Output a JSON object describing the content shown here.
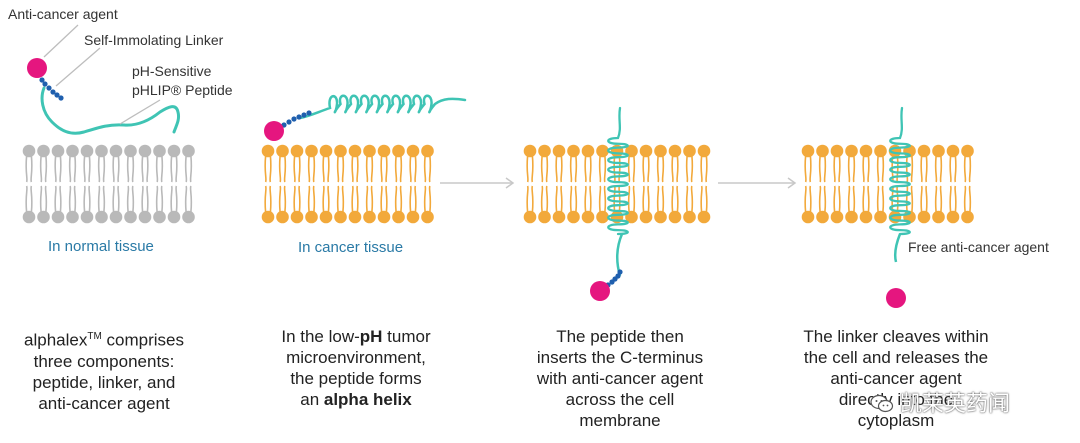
{
  "labels": {
    "anti_cancer_agent": "Anti-cancer agent",
    "linker": "Self-Immolating  Linker",
    "peptide_line1": "pH-Sensitive",
    "peptide_line2": "pHLIP® Peptide",
    "free_agent": "Free anti-cancer agent"
  },
  "tissue": {
    "normal": "In normal tissue",
    "cancer": "In cancer tissue"
  },
  "captions": {
    "step1": {
      "brand": "alphalex",
      "tm": "TM",
      "rest1": " comprises",
      "line2": "three components:",
      "line3": "peptide, linker, and",
      "line4": "anti-cancer agent"
    },
    "step2": {
      "pre": "In the low-",
      "bold1": "pH",
      "post": " tumor",
      "line2": "microenvironment,",
      "line3": "the peptide forms",
      "pre4": "an ",
      "bold4": "alpha helix"
    },
    "step3": {
      "line1": "The peptide then",
      "line2": "inserts the C-terminus",
      "line3": "with anti-cancer agent",
      "line4": "across the cell",
      "line5": "membrane"
    },
    "step4": {
      "line1": "The linker cleaves within",
      "line2": "the cell and releases the",
      "line3": "anti-cancer agent",
      "line4": "directly into the",
      "line5": "cytoplasm"
    }
  },
  "watermark": {
    "text": "凯莱英药闻",
    "icon": "wechat-icon"
  },
  "colors": {
    "normal_lipid": "#b9b9b9",
    "cancer_lipid": "#f2a93b",
    "peptide": "#3fc4b4",
    "agent": "#e5167f",
    "linker": "#1f5fae",
    "arrow": "#c8c8c8",
    "tissue_text": "#2a7aa6"
  }
}
